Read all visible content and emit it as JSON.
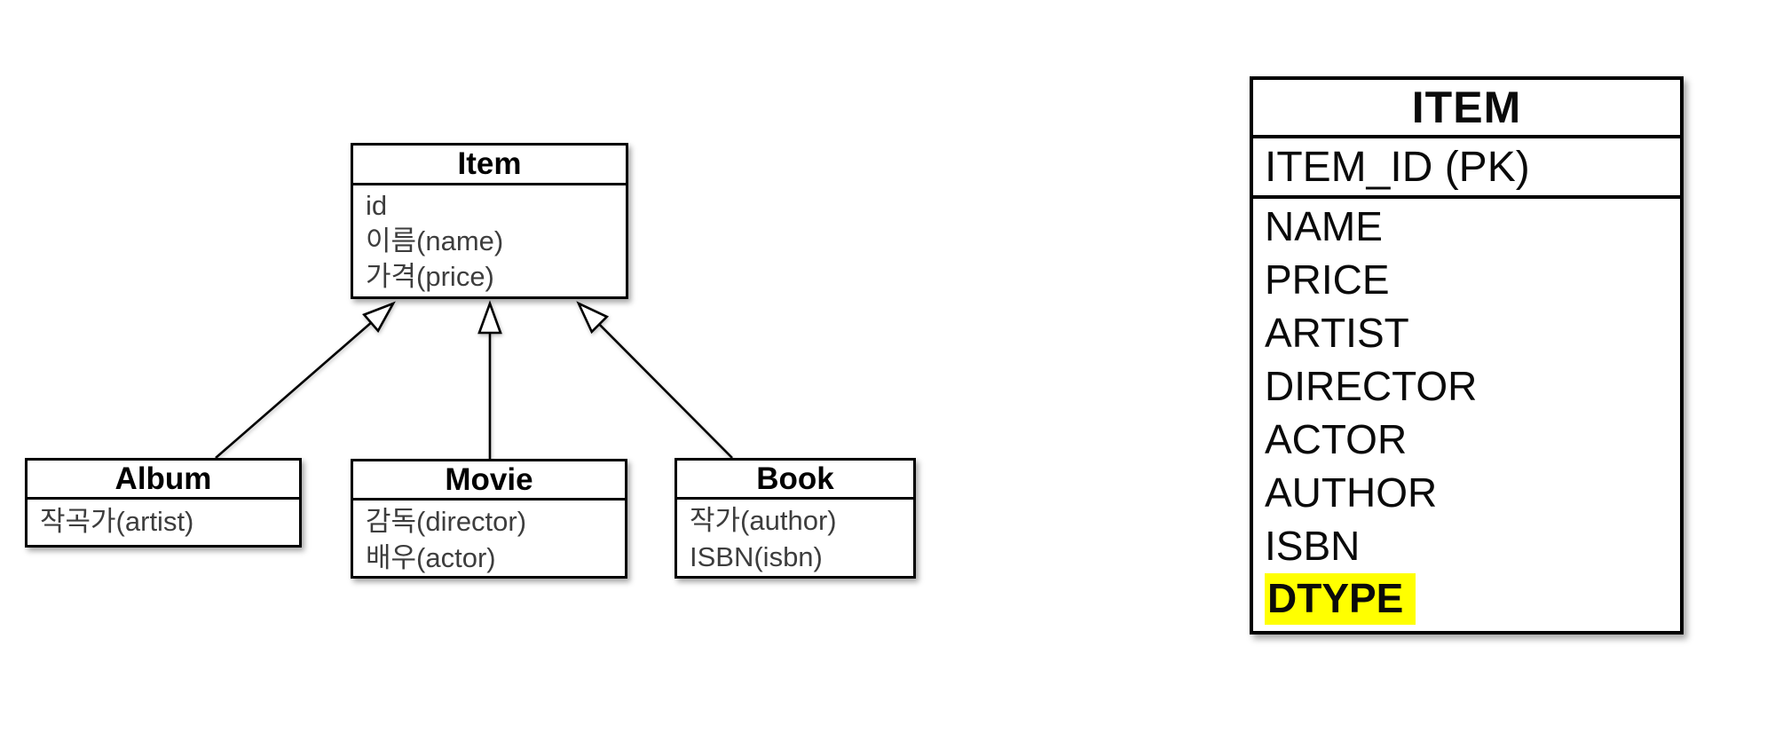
{
  "page": {
    "background_color": "#ffffff"
  },
  "uml_diagram": {
    "classes": [
      {
        "id": "item",
        "title": "Item",
        "fields": [
          "id",
          "이름(name)",
          "가격(price)"
        ]
      },
      {
        "id": "album",
        "title": "Album",
        "fields": [
          "작곡가(artist)"
        ]
      },
      {
        "id": "movie",
        "title": "Movie",
        "fields": [
          "감독(director)",
          "배우(actor)"
        ]
      },
      {
        "id": "book",
        "title": "Book",
        "fields": [
          "작가(author)",
          "ISBN(isbn)"
        ]
      }
    ],
    "relations": [
      {
        "from": "Album",
        "to": "Item",
        "type": "generalization"
      },
      {
        "from": "Movie",
        "to": "Item",
        "type": "generalization"
      },
      {
        "from": "Book",
        "to": "Item",
        "type": "generalization"
      }
    ]
  },
  "db_table": {
    "title": "ITEM",
    "pk_row": "ITEM_ID (PK)",
    "columns": [
      "NAME",
      "PRICE",
      "ARTIST",
      "DIRECTOR",
      "ACTOR",
      "AUTHOR",
      "ISBN",
      "DTYPE"
    ],
    "highlighted_column": "DTYPE",
    "highlight_color": "#ffff00",
    "line_color": "#000000"
  }
}
